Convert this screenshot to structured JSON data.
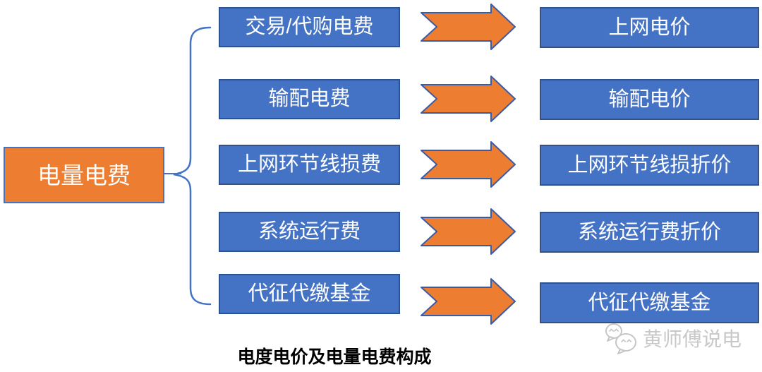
{
  "diagram": {
    "root": {
      "label": "电量电费"
    },
    "rows": [
      {
        "source": "交易/代购电费",
        "target": "上网电价"
      },
      {
        "source": "输配电费",
        "target": "输配电价"
      },
      {
        "source": "上网环节线损费",
        "target": "上网环节线损折价"
      },
      {
        "source": "系统运行费",
        "target": "系统运行费折价"
      },
      {
        "source": "代征代缴基金",
        "target": "代征代缴基金"
      }
    ],
    "caption": "电度电价及电量电费构成",
    "watermark": {
      "text": "黄师傅说电",
      "icon": "wechat-chat-bubbles-icon"
    },
    "colors": {
      "box_blue_fill": "#4472C4",
      "box_blue_border": "#2F528F",
      "orange_fill": "#ED7D31",
      "orange_box_border": "#4472C4",
      "brace_blue": "#4472C4",
      "caption_text": "#000000",
      "watermark_gray": "#C8C8C8",
      "box_text": "#FFFFFF"
    }
  }
}
